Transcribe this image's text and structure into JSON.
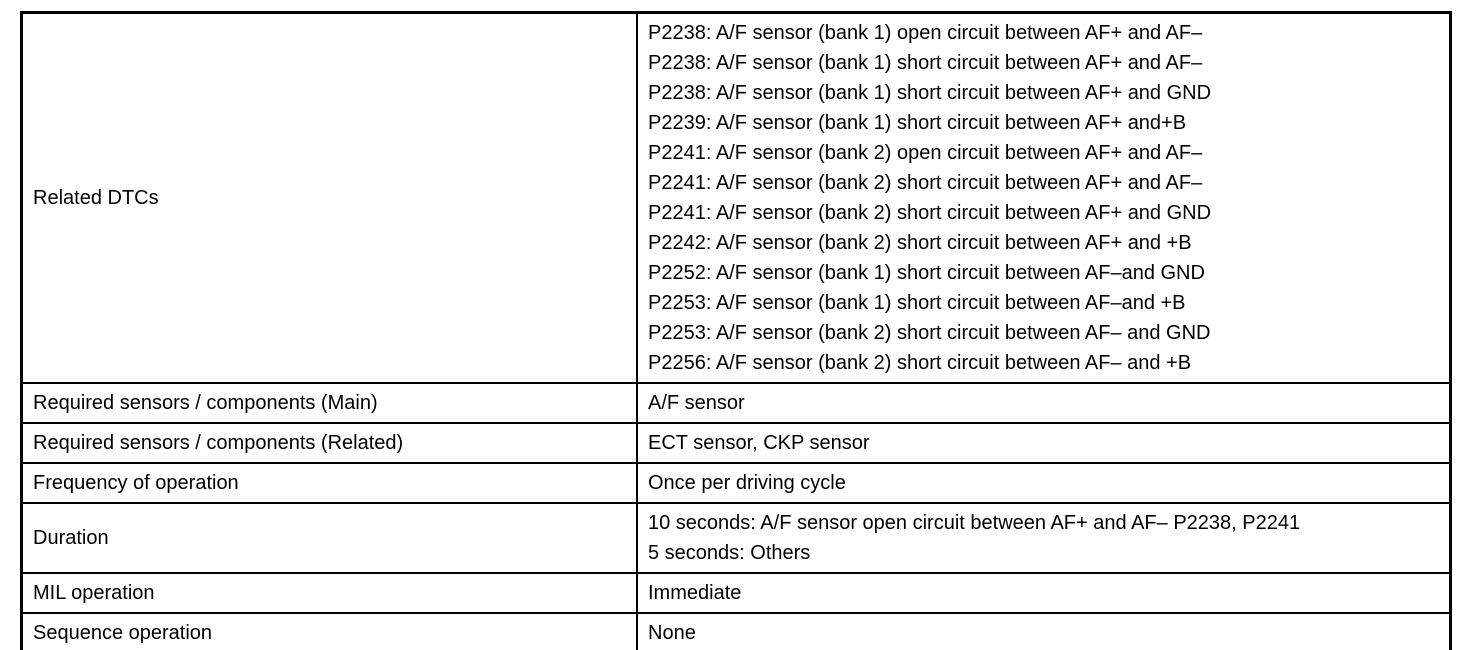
{
  "table": {
    "rows": [
      {
        "label": "Related DTCs",
        "value_lines": [
          "P2238: A/F sensor (bank 1) open circuit between AF+ and AF–",
          "P2238: A/F sensor (bank 1) short circuit between AF+ and AF–",
          "P2238: A/F sensor (bank 1) short circuit between AF+ and GND",
          "P2239: A/F sensor (bank 1) short circuit between AF+ and+B",
          "P2241: A/F sensor (bank 2) open circuit between AF+ and AF–",
          "P2241: A/F sensor (bank 2) short circuit between AF+ and AF–",
          "P2241: A/F sensor (bank 2) short circuit between AF+ and GND",
          "P2242: A/F sensor (bank 2) short circuit between AF+ and +B",
          "P2252: A/F sensor (bank 1) short circuit between AF–and GND",
          "P2253: A/F sensor (bank 1) short circuit between AF–and +B",
          "P2253: A/F sensor (bank 2) short circuit between AF– and GND",
          "P2256: A/F sensor (bank 2) short circuit between AF– and +B"
        ]
      },
      {
        "label": "Required sensors / components (Main)",
        "value_lines": [
          "A/F sensor"
        ]
      },
      {
        "label": "Required sensors / components (Related)",
        "value_lines": [
          "ECT sensor, CKP sensor"
        ]
      },
      {
        "label": "Frequency of operation",
        "value_lines": [
          "Once per driving cycle"
        ]
      },
      {
        "label": "Duration",
        "value_lines": [
          "10 seconds: A/F sensor open circuit between AF+ and AF– P2238, P2241",
          "5 seconds: Others"
        ]
      },
      {
        "label": "MIL operation",
        "value_lines": [
          "Immediate"
        ]
      },
      {
        "label": "Sequence operation",
        "value_lines": [
          "None"
        ]
      }
    ]
  },
  "colors": {
    "border": "#000000",
    "text": "#000000",
    "background": "#ffffff"
  }
}
